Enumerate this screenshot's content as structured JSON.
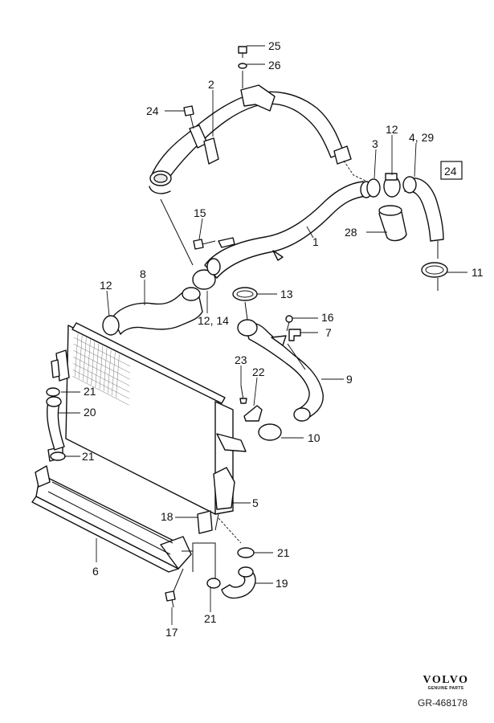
{
  "diagram": {
    "callouts": {
      "c1": "1",
      "c2": "2",
      "c3": "3",
      "c4_29": "4, 29",
      "c5": "5",
      "c6": "6",
      "c7": "7",
      "c8": "8",
      "c9": "9",
      "c10": "10",
      "c11": "11",
      "c12_a": "12",
      "c12_b": "12",
      "c12_14": "12, 14",
      "c13": "13",
      "c15": "15",
      "c16": "16",
      "c17": "17",
      "c18": "18",
      "c19": "19",
      "c20": "20",
      "c21_a": "21",
      "c21_b": "21",
      "c21_c": "21",
      "c21_d": "21",
      "c22": "22",
      "c23": "23",
      "c24_a": "24",
      "c24_boxed": "24",
      "c25": "25",
      "c26": "26",
      "c28": "28"
    }
  },
  "footer": {
    "brand_name": "VOLVO",
    "brand_sub": "GENUINE PARTS",
    "reference": "GR-468178"
  }
}
